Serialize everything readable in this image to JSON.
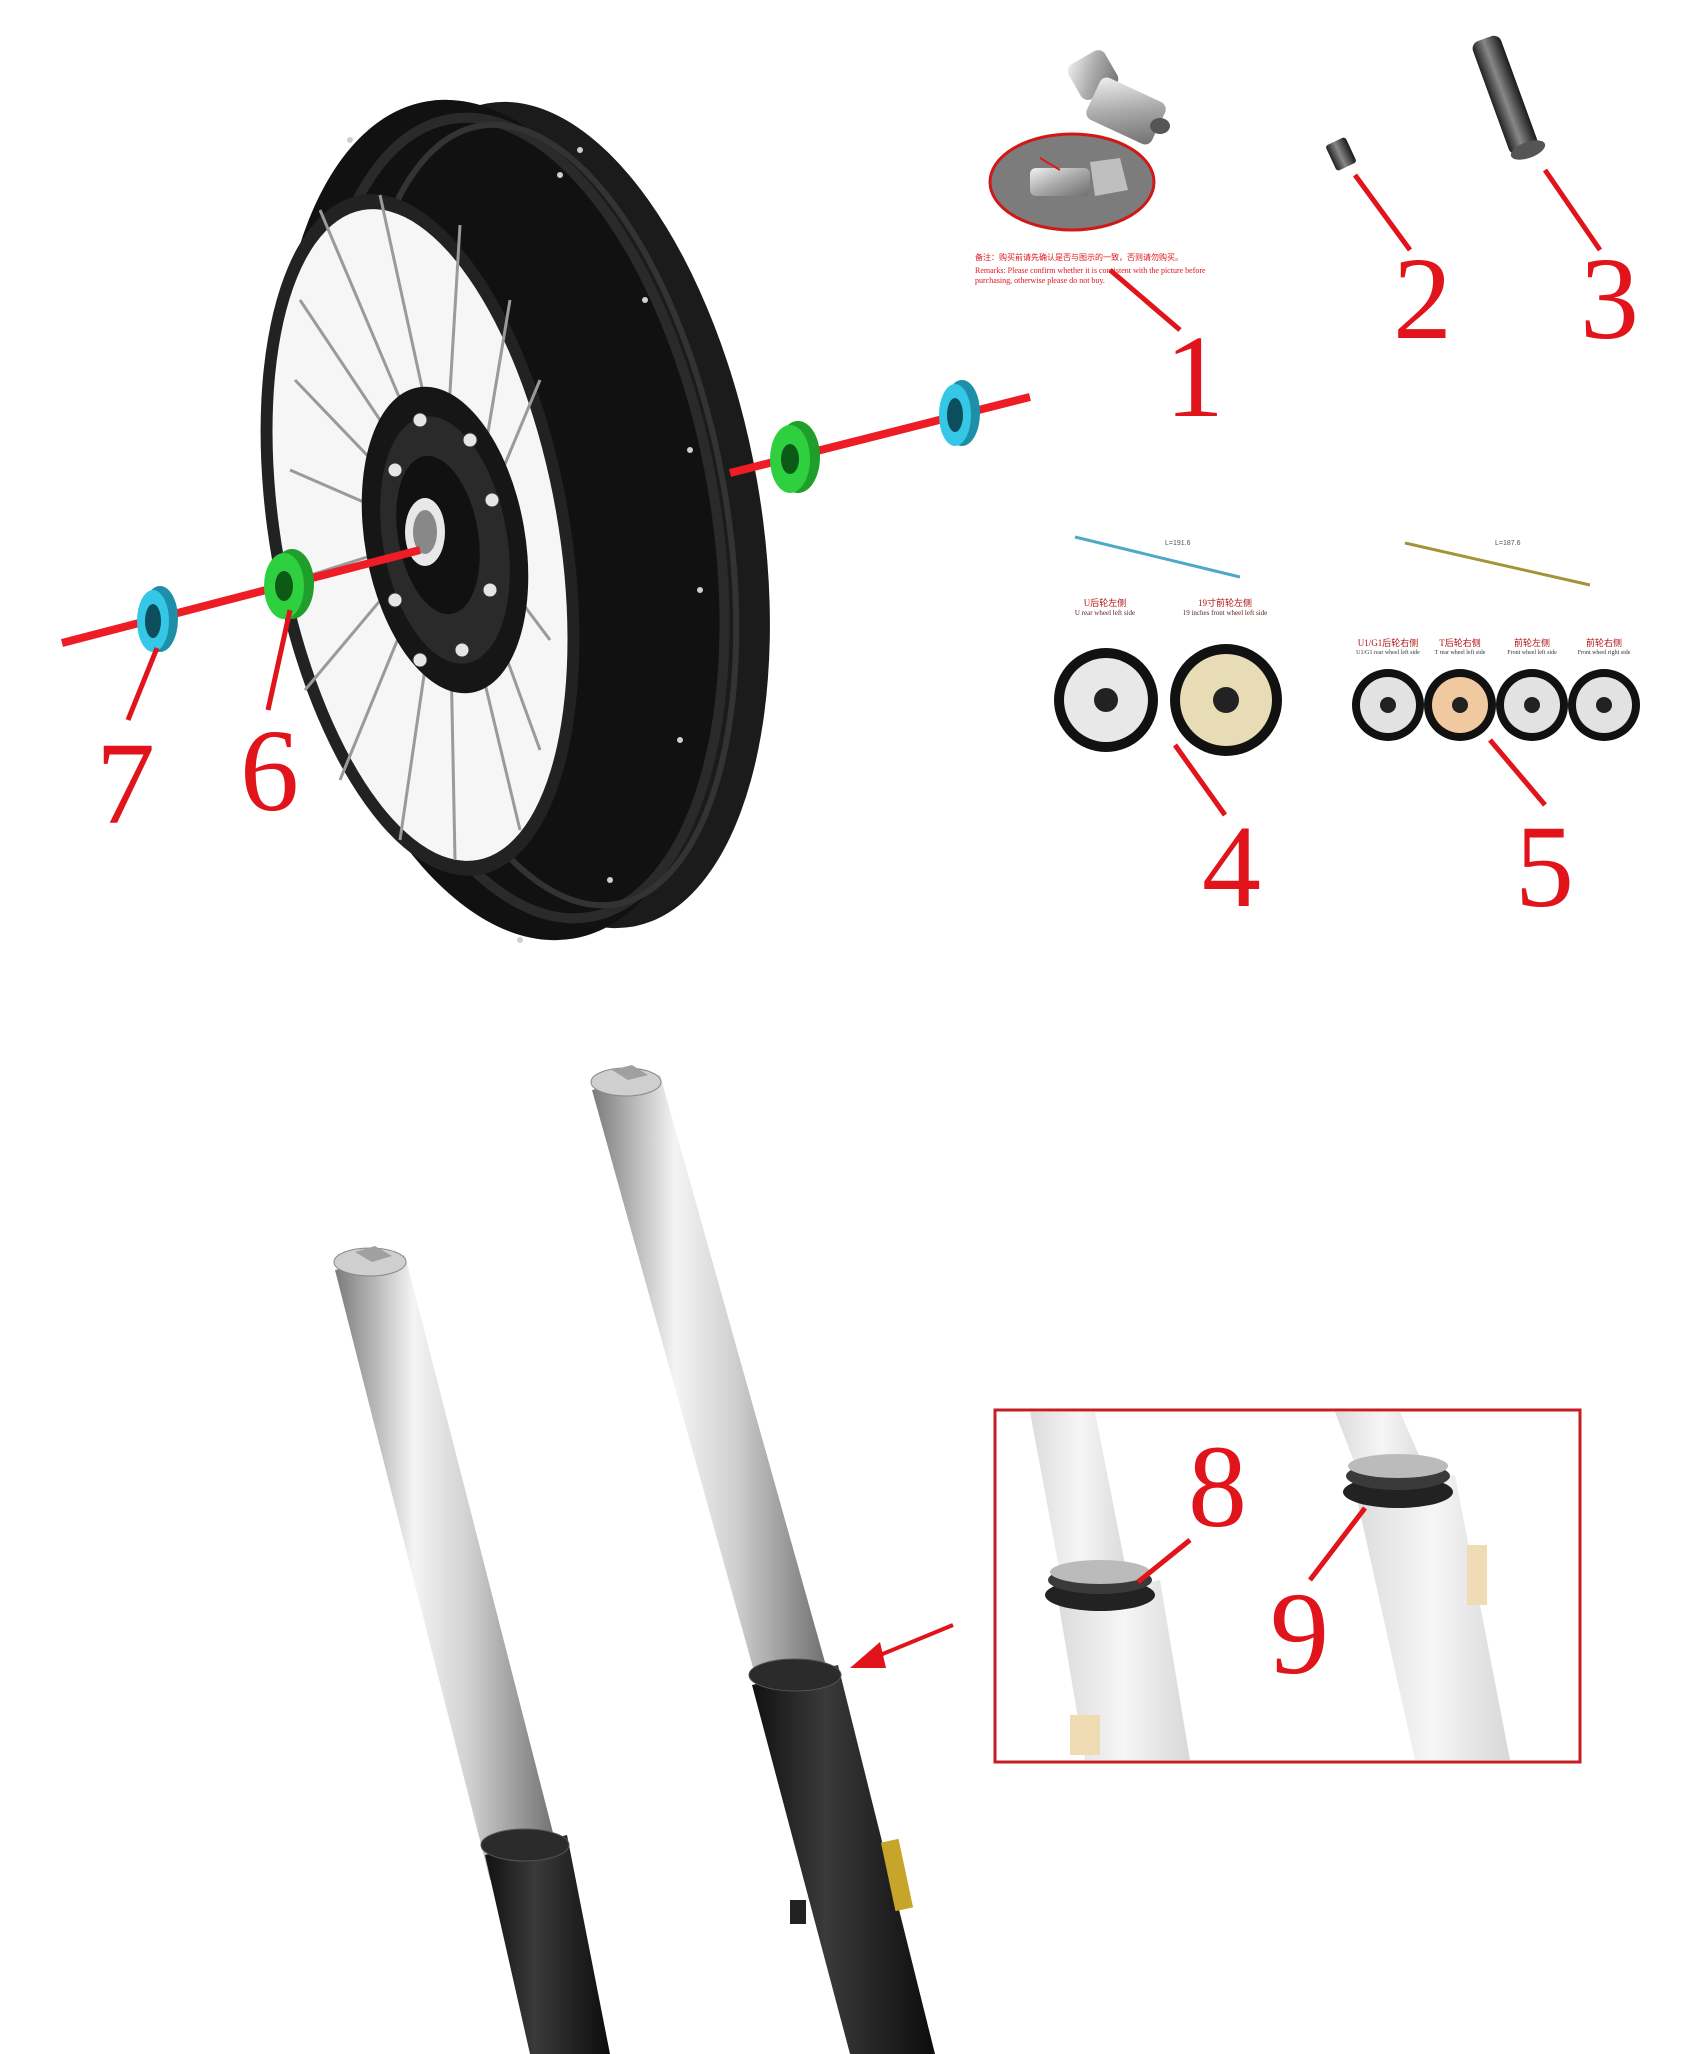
{
  "callouts": [
    "1",
    "2",
    "3",
    "4",
    "5",
    "6",
    "7",
    "8",
    "9"
  ],
  "remarks": {
    "cn": "备注：购买前请先确认是否与图示的一致，否则请勿购买。",
    "en": "Remarks: Please confirm whether it is consistent with the picture before purchasing, otherwise please do not buy."
  },
  "spoke_left": {
    "length": "L=191.6",
    "label_cn_1": "U后轮左侧",
    "label_en_1": "U rear wheel left side",
    "label_cn_2": "19寸前轮左侧",
    "label_en_2": "19 inches front wheel left side"
  },
  "spoke_right": {
    "length": "L=187.6",
    "labels": [
      {
        "cn": "U1/G1后轮右侧",
        "en": "U1/G1 rear wheel left side"
      },
      {
        "cn": "T后轮右侧",
        "en": "T rear wheel left side"
      },
      {
        "cn": "前轮左侧",
        "en": "Front wheel left side"
      },
      {
        "cn": "前轮右侧",
        "en": "Front wheel right side"
      }
    ]
  },
  "colors": {
    "callout": "#e0141a",
    "bearing": "#2fd040",
    "spacer": "#34c8e6",
    "axle": "#ee1c24"
  }
}
